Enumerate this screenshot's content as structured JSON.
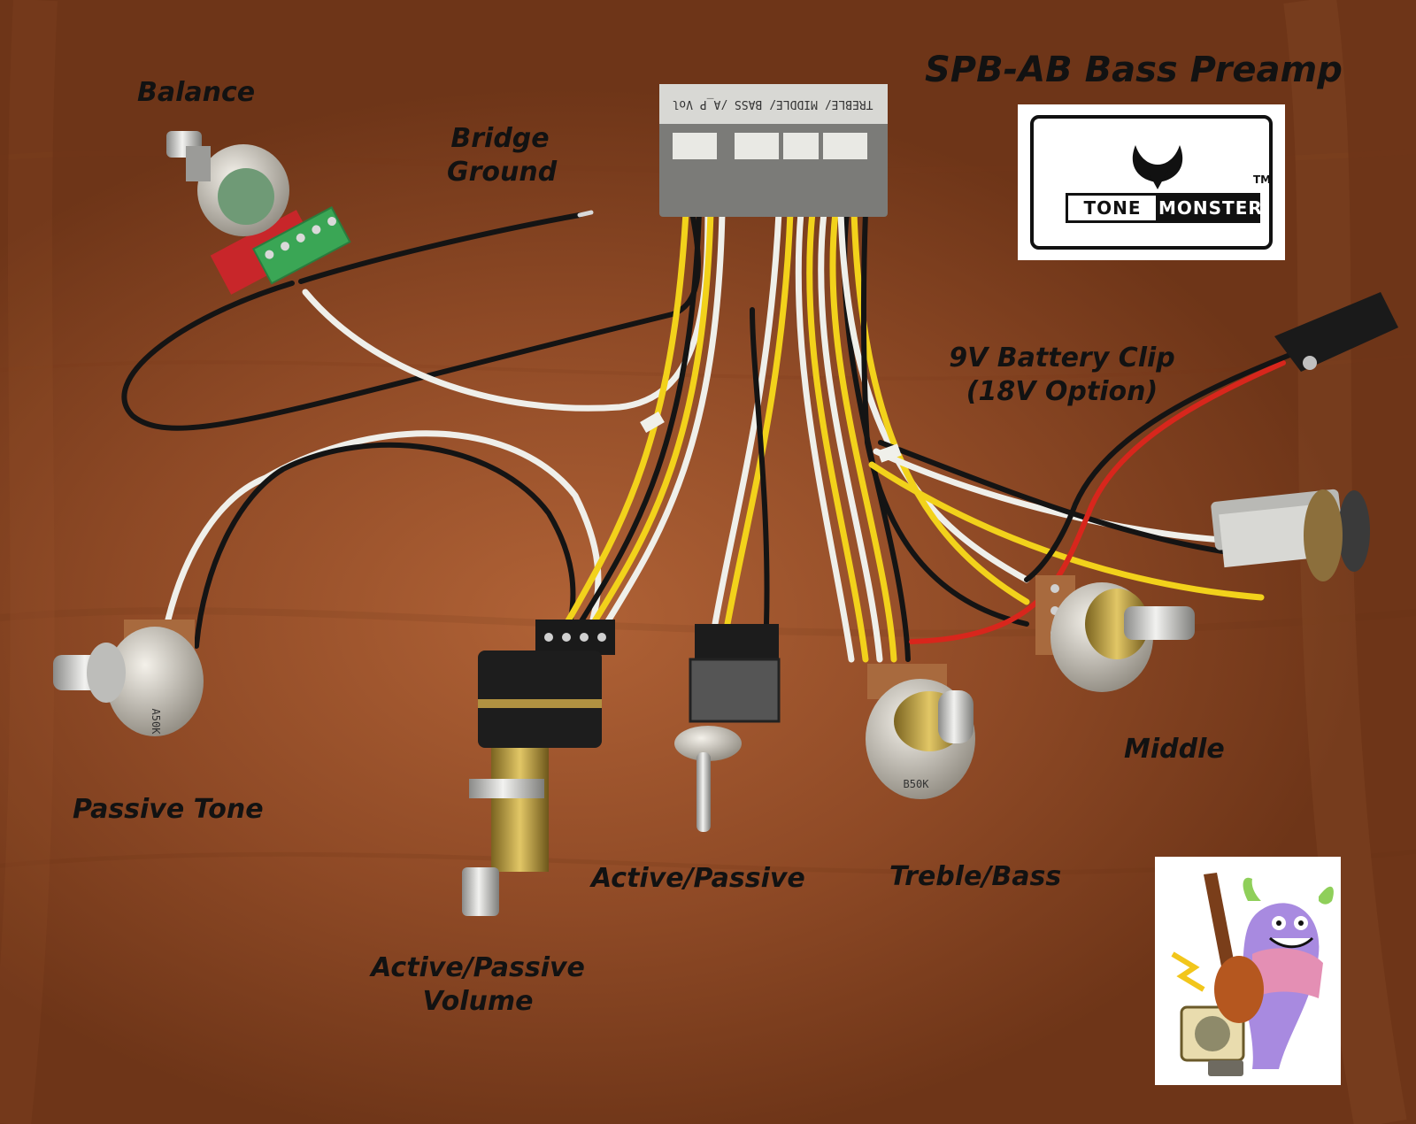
{
  "title": "SPB-AB Bass Preamp",
  "labels": {
    "balance": "Balance",
    "bridge_ground_line1": "Bridge",
    "bridge_ground_line2": "Ground",
    "battery_line1": "9V Battery Clip",
    "battery_line2": "(18V Option)",
    "passive_tone": "Passive Tone",
    "active_passive_switch": "Active/Passive",
    "treble_bass": "Treble/Bass",
    "middle": "Middle",
    "volume_line1": "Active/Passive",
    "volume_line2": "Volume"
  },
  "module_text": "TREBLE/ MIDDLE/ BASS /A_P Vol",
  "pot_markings": {
    "passive_tone_pot": "A50K",
    "treble_bass_pot": "B50K"
  },
  "logo": {
    "word_left": "TONE",
    "word_right": "MONSTER",
    "trademark": "TM"
  },
  "colors": {
    "wood": "#9a5230",
    "wire_black": "#141414",
    "wire_white": "#f2f2ee",
    "wire_yellow": "#f2d21b",
    "wire_red": "#d8261c",
    "terminal_green": "#3aa655",
    "pcb_red": "#c8262a",
    "pot_body": "#c9c2b5",
    "brass": "#b89a3a"
  }
}
